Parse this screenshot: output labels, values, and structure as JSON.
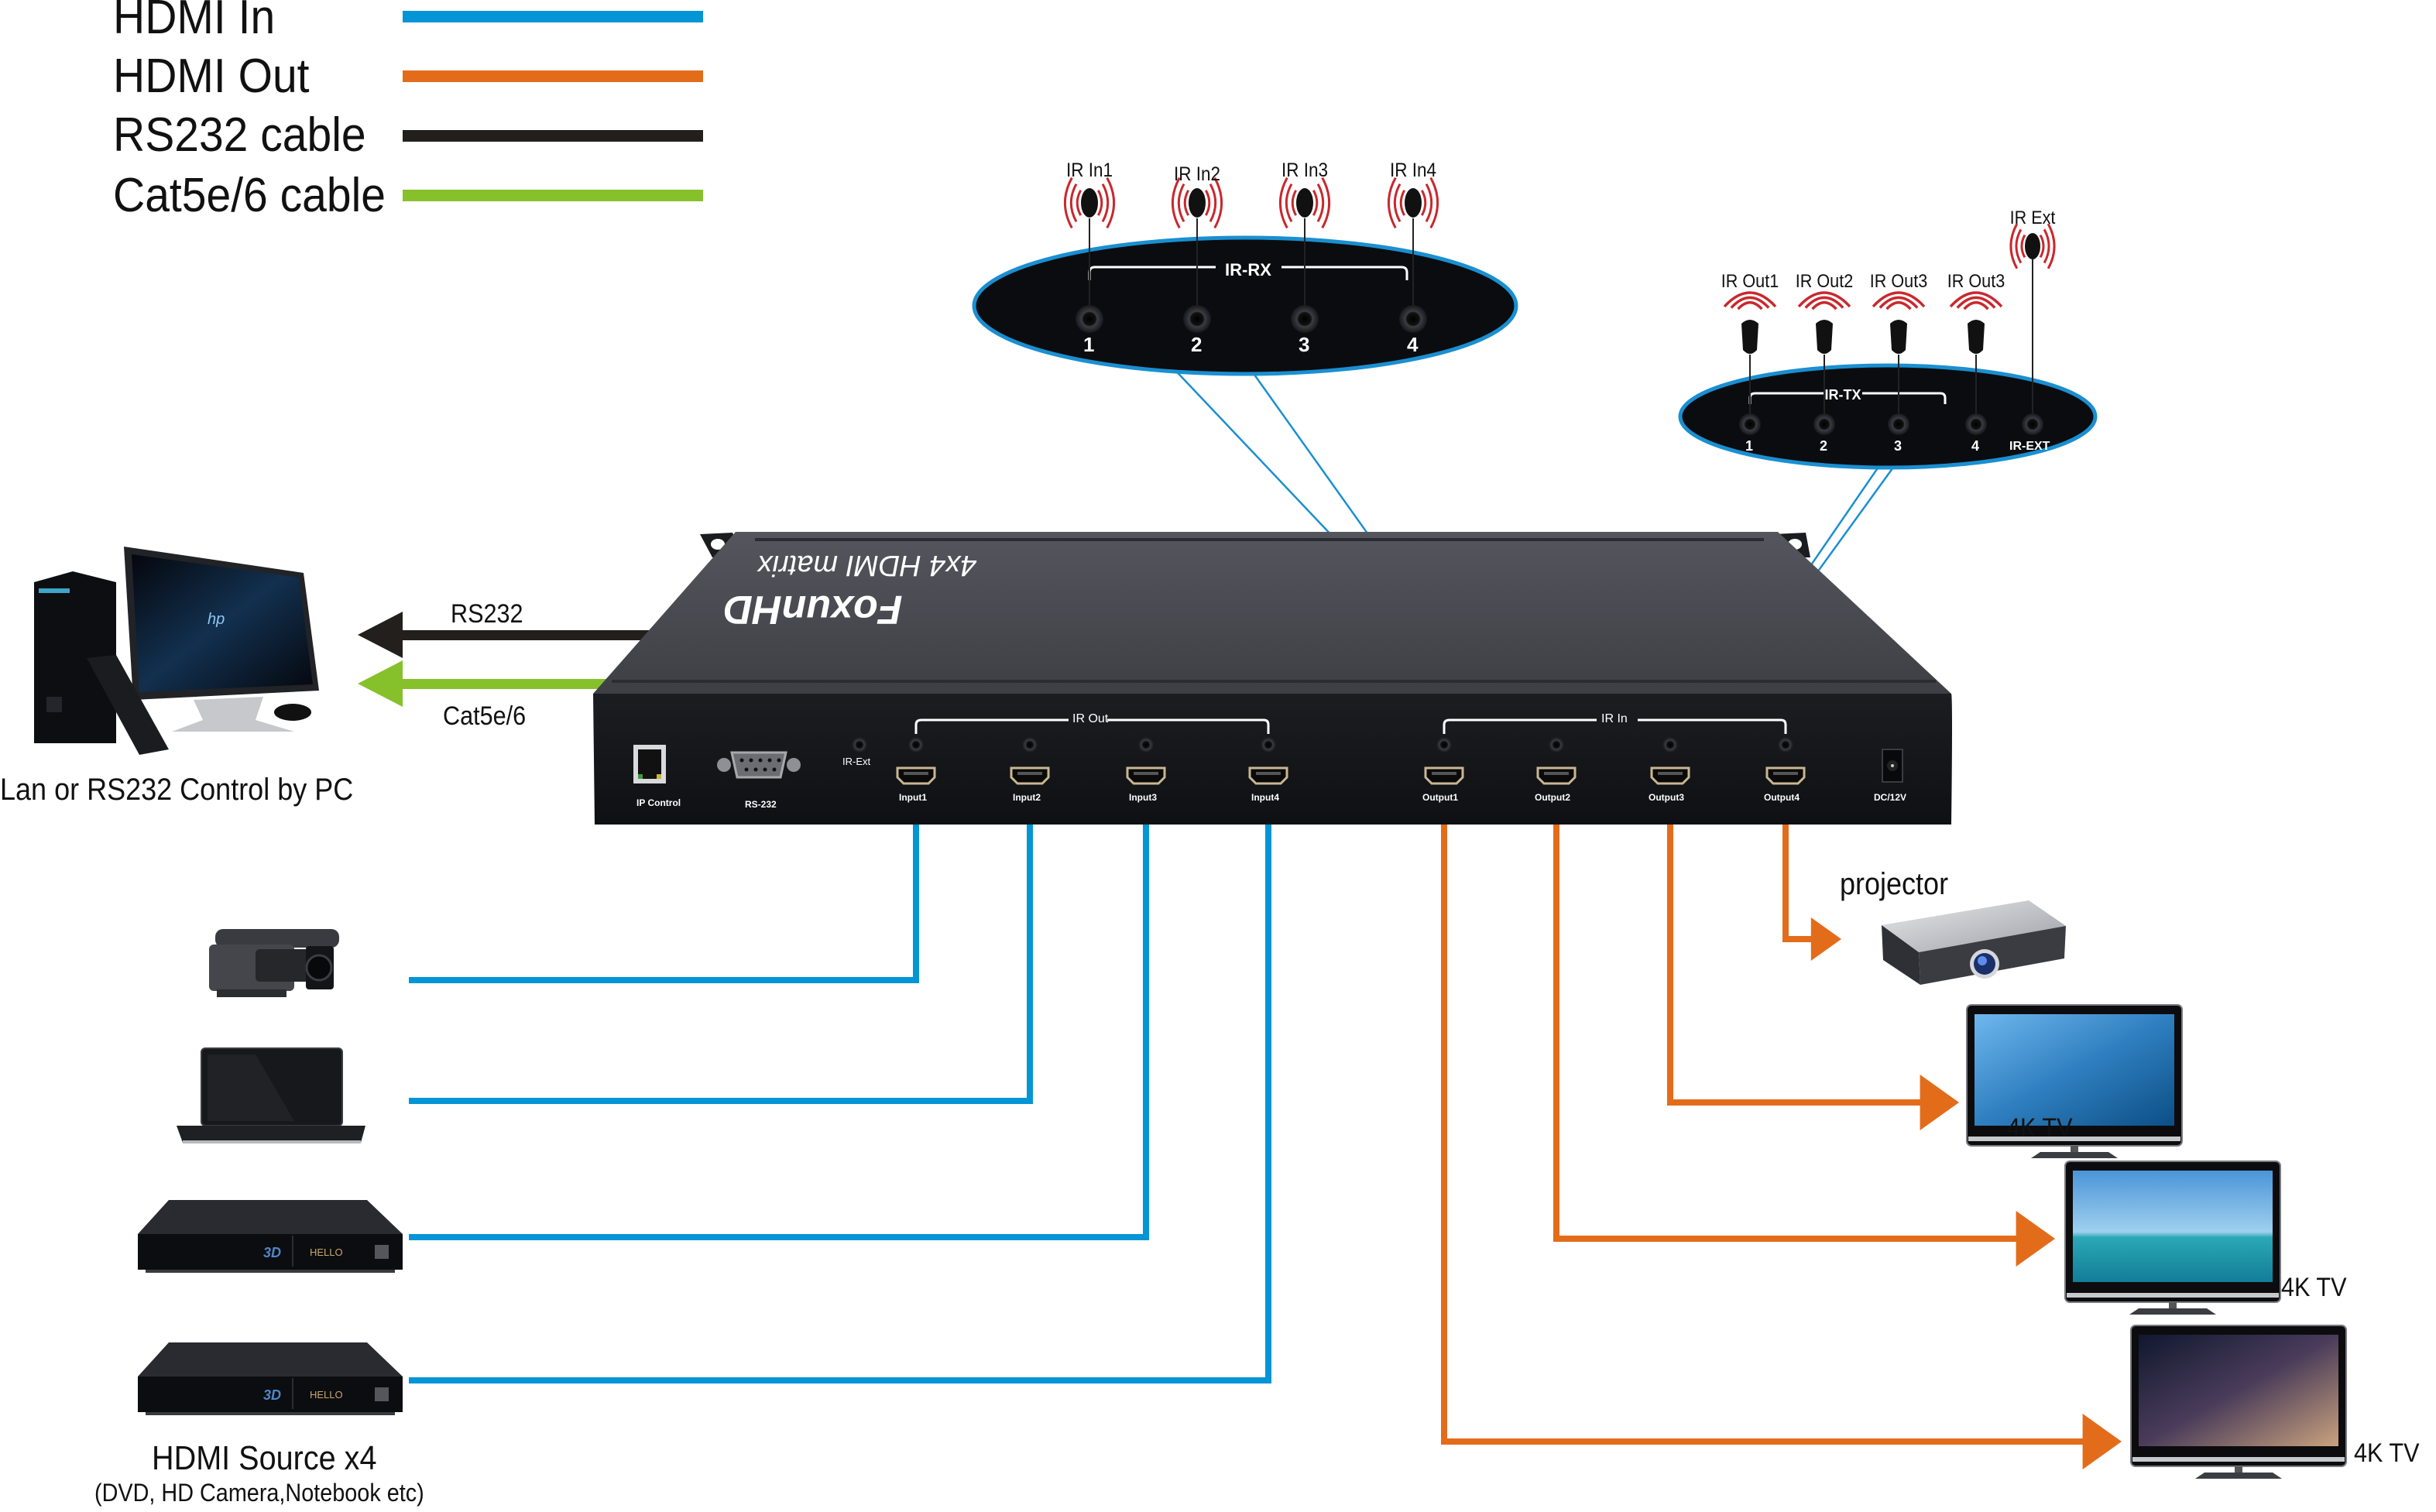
{
  "legend": {
    "items": [
      {
        "label": "HDMI In",
        "color": "#0395d6"
      },
      {
        "label": "HDMI Out",
        "color": "#e36c1b"
      },
      {
        "label": "RS232 cable",
        "color": "#221f1d"
      },
      {
        "label": "Cat5e/6 cable",
        "color": "#86c12b"
      }
    ]
  },
  "colors": {
    "hdmi_in": "#0395d6",
    "hdmi_out": "#e36c1b",
    "rs232": "#221f1d",
    "cat5": "#86c12b",
    "ir_wave": "#c9282d",
    "device_body": "#141518",
    "device_top": "#4a4b52",
    "callout_border": "#1a8fd1"
  },
  "ir_rx_callout": {
    "title": "IR-RX",
    "receivers": [
      {
        "label": "IR In1",
        "port": "1"
      },
      {
        "label": "IR In2",
        "port": "2"
      },
      {
        "label": "IR In3",
        "port": "3"
      },
      {
        "label": "IR In4",
        "port": "4"
      }
    ]
  },
  "ir_tx_callout": {
    "title": "IR-TX",
    "emitters": [
      {
        "label": "IR Out1",
        "port": "1"
      },
      {
        "label": "IR Out2",
        "port": "2"
      },
      {
        "label": "IR Out3",
        "port": "3"
      },
      {
        "label": "IR Out3",
        "port": "4"
      }
    ],
    "ext": {
      "label": "IR Ext",
      "port": "IR-EXT"
    }
  },
  "matrix": {
    "brand": "FoxunHD",
    "model": "4x4 HDMI matrix",
    "panel": {
      "ip_control": "IP Control",
      "rs232": "RS-232",
      "ir_ext": "IR-Ext",
      "ir_out_group": "IR Out",
      "ir_in_group": "IR In",
      "inputs": [
        "Input1",
        "Input2",
        "Input3",
        "Input4"
      ],
      "outputs": [
        "Output1",
        "Output2",
        "Output3",
        "Output4"
      ],
      "power": "DC/12V"
    }
  },
  "pc_control": {
    "rs232_label": "RS232",
    "cat5_label": "Cat5e/6",
    "caption": "Lan or RS232 Control by PC"
  },
  "sources": {
    "items": [
      "HD camera",
      "Notebook",
      "Blu-ray 3D player",
      "Blu-ray 3D player"
    ],
    "player_display": "HELLO",
    "player_badge": "3D",
    "caption": "HDMI Source x4",
    "subcaption": "(DVD, HD Camera,Notebook etc)"
  },
  "displays": {
    "projector_label": "projector",
    "tv_labels": [
      "4K TV",
      "4K TV",
      "4K TV"
    ]
  }
}
